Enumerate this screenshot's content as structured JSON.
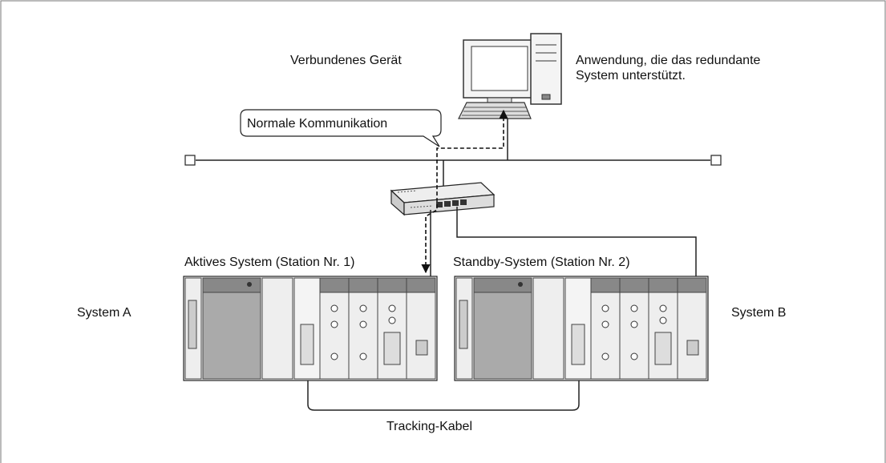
{
  "labels": {
    "connected_device": "Verbundenes Gerät",
    "application_line1": "Anwendung, die das redundante",
    "application_line2": "System unterstützt.",
    "normal_communication": "Normale Kommunikation",
    "active_system": "Aktives System (Station Nr. 1)",
    "standby_system": "Standby-System (Station Nr. 2)",
    "system_a": "System A",
    "system_b": "System B",
    "tracking_cable": "Tracking-Kabel"
  },
  "icons": [
    "personal-computer-icon",
    "network-switch-icon",
    "plc-rack-icon"
  ]
}
